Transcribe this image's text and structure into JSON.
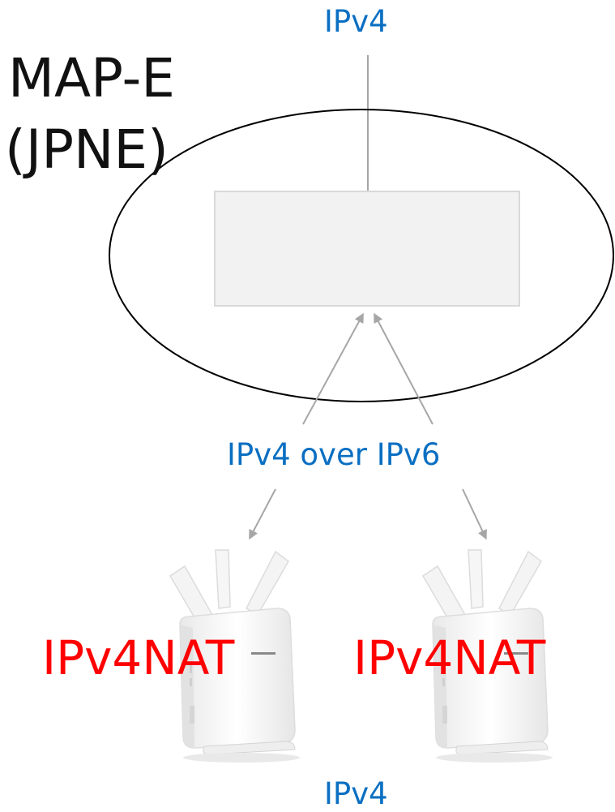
{
  "diagram": {
    "top_label": "IPv4",
    "title_line1": "MAP-E",
    "title_line2": "(JPNE)",
    "middle_label": "IPv4 over IPv6",
    "router_left_label": "IPv4NAT",
    "router_right_label": "IPv4NAT",
    "bottom_label": "IPv4",
    "colors": {
      "label_blue": "#0a6fc2",
      "nat_red": "#ff0000",
      "arrow_gray": "#a6a6a6",
      "box_fill": "#f2f2f2",
      "box_border": "#d9d9d9",
      "ellipse_stroke": "#000000"
    },
    "icons": {
      "router": "wifi-router-icon"
    }
  }
}
